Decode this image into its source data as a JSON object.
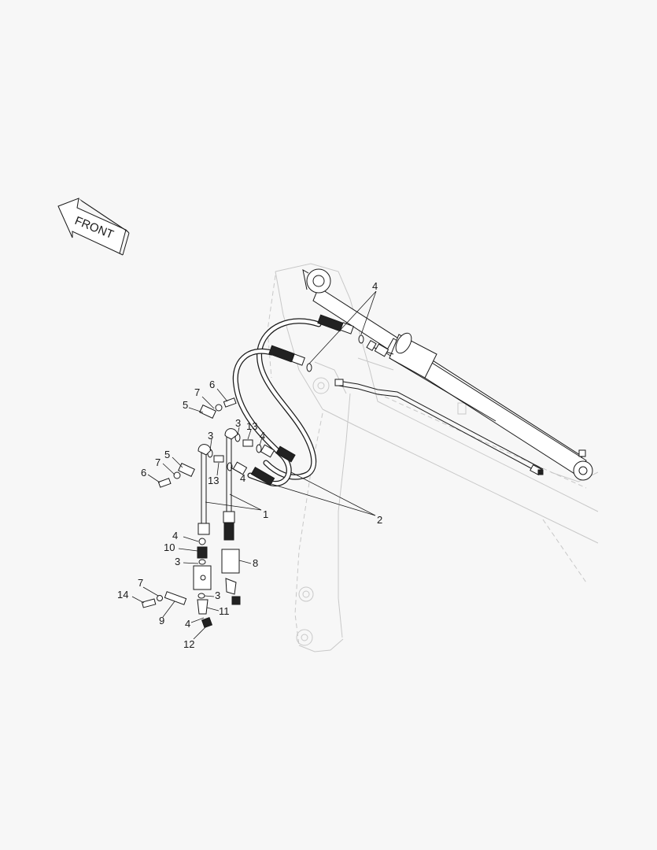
{
  "diagram": {
    "front_label": "FRONT",
    "callouts": {
      "c1": "1",
      "c2": "2",
      "c3a": "3",
      "c3b": "3",
      "c3c": "3",
      "c3d": "3",
      "c4a": "4",
      "c4b": "4",
      "c4c": "4",
      "c4d": "4",
      "c5a": "5",
      "c5b": "5",
      "c6a": "6",
      "c6b": "6",
      "c7a": "7",
      "c7b": "7",
      "c7c": "7",
      "c8": "8",
      "c9": "9",
      "c10": "10",
      "c11": "11",
      "c12": "12",
      "c13a": "13",
      "c13b": "13",
      "c14": "14"
    }
  }
}
